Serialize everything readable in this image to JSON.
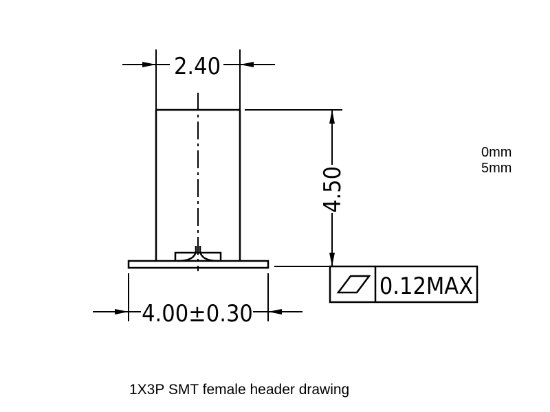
{
  "dimensions": {
    "top_width": "2.40",
    "height": "4.50",
    "base_width": "4.00±0.30"
  },
  "tolerance_frame": {
    "symbol": "flatness-icon",
    "value": "0.12MAX"
  },
  "notes": {
    "line1": "0mm",
    "line2": "5mm"
  },
  "caption": "1X3P SMT female header drawing"
}
